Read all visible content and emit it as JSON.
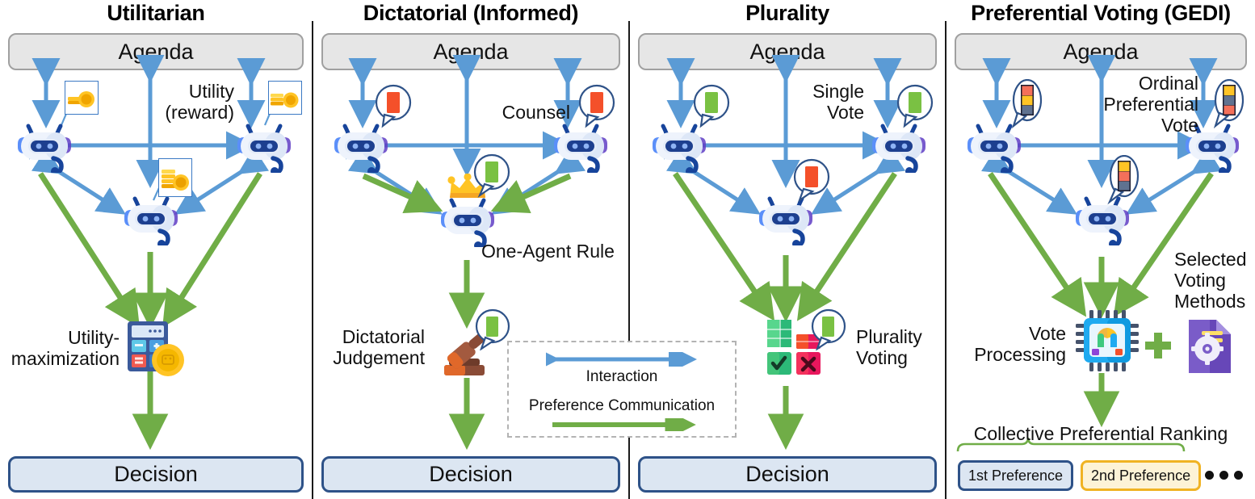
{
  "figure": {
    "type": "diagram",
    "description": "Four-panel comparison of collective decision-making protocols for multi-agent systems"
  },
  "panels": [
    {
      "id": "utilitarian",
      "title": "Utilitarian",
      "agenda_label": "Agenda",
      "decision_label": "Decision",
      "signal_label": "Utility\n(reward)",
      "signal_label_line1": "Utility",
      "signal_label_line2": "(reward)",
      "mechanism_label_line1": "Utility-",
      "mechanism_label_line2": "maximization",
      "mechanism_icon": "calculator-coin-icon",
      "agent_payload_icon": "coin-box-icon",
      "agents": 3
    },
    {
      "id": "dictatorial",
      "title": "Dictatorial (Informed)",
      "agenda_label": "Agenda",
      "decision_label": "Decision",
      "signal_label": "Counsel",
      "rule_label": "One-Agent Rule",
      "mechanism_label_line1": "Dictatorial",
      "mechanism_label_line2": "Judgement",
      "mechanism_icon": "gavel-icon",
      "leader_icon": "crown-icon",
      "agents": 3
    },
    {
      "id": "plurality",
      "title": "Plurality",
      "agenda_label": "Agenda",
      "decision_label": "Decision",
      "signal_label_line1": "Single",
      "signal_label_line2": "Vote",
      "mechanism_label_line1": "Plurality",
      "mechanism_label_line2": "Voting",
      "mechanism_icon": "vote-tally-grid-icon",
      "agents": 3
    },
    {
      "id": "gedi",
      "title": "Preferential Voting (GEDI)",
      "agenda_label": "Agenda",
      "decision_label": "Decision",
      "signal_label_line1": "Ordinal",
      "signal_label_line2": "Preferential",
      "signal_label_line3": "Vote",
      "mechanism_label_line1": "Vote",
      "mechanism_label_line2": "Processing",
      "mechanism_icon": "cpu-chip-icon",
      "plus_icon": "plus-icon",
      "methods_label_line1": "Selected",
      "methods_label_line2": "Voting",
      "methods_label_line3": "Methods",
      "methods_icon": "document-gear-icon",
      "ranking_label": "Collective Preferential Ranking",
      "preferences": [
        {
          "label": "1st Preference",
          "style": "blue"
        },
        {
          "label": "2nd Preference",
          "style": "gold"
        }
      ],
      "ellipsis": "•••",
      "agents": 3
    }
  ],
  "legend": {
    "interaction_label": "Interaction",
    "preference_label": "Preference Communication",
    "interaction_arrow_icon": "double-arrow-blue-icon",
    "preference_arrow_icon": "arrow-green-icon"
  },
  "colors": {
    "interaction_blue": "#5b9bd5",
    "preference_green": "#70ad47",
    "agenda_fill": "#e6e6e6",
    "agenda_border": "#a0a0a0",
    "decision_fill": "#dce6f2",
    "decision_border": "#2e5288",
    "ballot_red": "#f4705a",
    "ballot_yellow": "#ffc425",
    "ballot_slate": "#5f7290",
    "vote_green": "#7ac143",
    "vote_red": "#f4502a",
    "legend_border": "#b3b3b3",
    "chip_gold_border": "#f0b323"
  },
  "ballots": {
    "gedi_left": [
      "#f4705a",
      "#ffc425",
      "#5f7290"
    ],
    "gedi_right": [
      "#ffc425",
      "#5f7290",
      "#f4705a"
    ],
    "gedi_center": [
      "#ffc425",
      "#f4705a",
      "#5f7290"
    ]
  }
}
